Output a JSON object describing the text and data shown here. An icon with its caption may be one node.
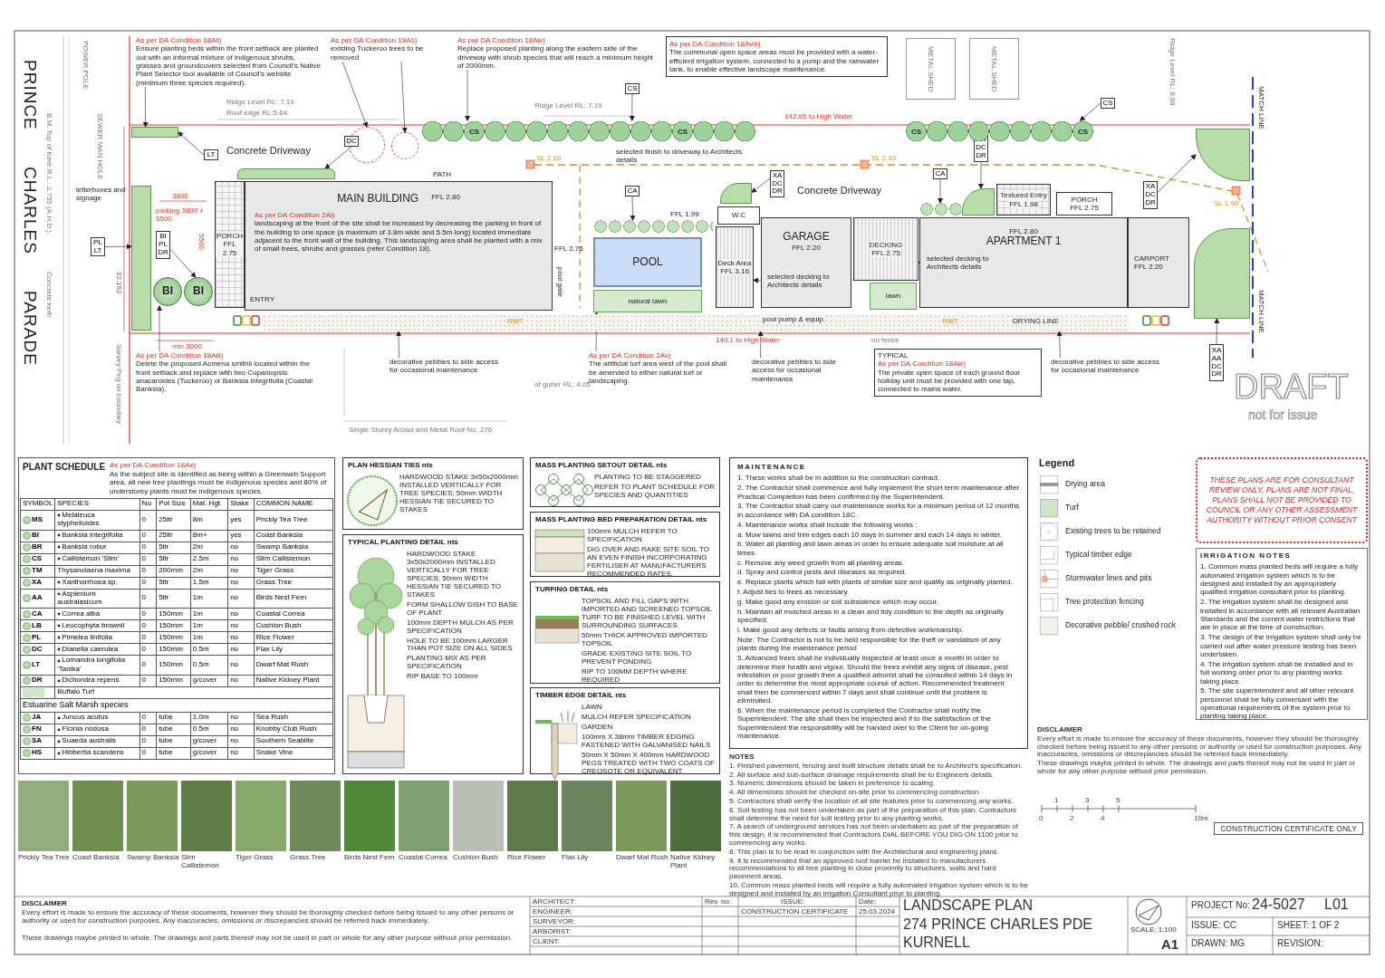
{
  "diagram": {
    "title": "LANDSCAPE PLAN",
    "nodes": [
      {
        "text": [
          "PORCH",
          "FFL 2.75"
        ]
      },
      {
        "text": [
          "MAIN BUILDING",
          "FFL 2.80"
        ]
      },
      {
        "text": [
          "POOL"
        ]
      },
      {
        "text": [
          "W.C"
        ]
      },
      {
        "text": [
          "Deck Area",
          "FFL 3.16"
        ]
      },
      {
        "text": [
          "GARAGE",
          "FFL 2.20"
        ]
      },
      {
        "text": [
          "DECKING",
          "FFL 2.75"
        ]
      },
      {
        "text": [
          "lawn"
        ]
      },
      {
        "text": [
          "FFL 2.80",
          "APARTMENT 1"
        ]
      },
      {
        "text": [
          "Textured Entry",
          "FFL 1.98"
        ]
      },
      {
        "text": [
          "PORCH",
          "FFL 2.75"
        ]
      },
      {
        "text": [
          "CARPORT",
          "FFL 2.20"
        ]
      },
      {
        "text": [
          "METAL SHED"
        ]
      },
      {
        "text": [
          "METAL SHED"
        ]
      },
      {
        "text": [
          "BI"
        ]
      },
      {
        "text": [
          "BI"
        ]
      },
      {
        "text": [
          "natural lawn"
        ]
      },
      {
        "text": [
          "As per DA Condition 18Aii)",
          "Ensure planting beds within the front setback are planted out with an informal mixture of indigenous shrubs, grasses and groundcovers selected from Council's Native Plant Selector tool available of Council's website (minimum three species required)."
        ]
      },
      {
        "text": [
          "As per DA Condition 19A1)",
          "existing Tuckeroo trees to be removed"
        ]
      },
      {
        "text": [
          "As per DA Condition 18Aiv)",
          "Replace proposed planting along the eastern side of the driveway with shrub species that will reach a minimum height of 2000mm."
        ]
      },
      {
        "text": [
          "As per DA Condition 18Aviii)",
          "The communal open space areas must be provided with a water-efficient irrigation system, connected to a pump and the rainwater tank, to enable effective landscape maintenance."
        ]
      },
      {
        "text": [
          "As per DA Condition 2Ai)",
          "landscaping at the front of the site shall be increased by decreasing the parking in front of the building to one space (a maximum of 3.8m wide and 5.5m long) located immediate adjacent to the front wall of the building. This landscaping area shall be planted with a mix of small trees, shrubs and grasses (refer Condition 18)."
        ],
        "in": 1
      },
      {
        "text": [
          "As per DA Condition 18Aiii)",
          "Delete the proposed Acmena smithii located within the front setback and replace with two Cupaniopsis anacaroides (Tuckeroo) or Banksia integrifolia (Coastal Banksia)."
        ]
      },
      {
        "text": [
          "As per DA Condition 2Av)",
          "The artificial turf area west of the pool shall be amended to either natural turf or landscaping."
        ]
      },
      {
        "text": [
          "TYPICAL",
          "As per DA Condition 18Aix)",
          "The private open space of each ground floor holiday unit must be provided with one tap, connected to mains water."
        ]
      },
      {
        "text": [
          "selected finish to driveway to Architects details"
        ]
      },
      {
        "text": [
          "selected decking to Architects details"
        ],
        "in": 5
      },
      {
        "text": [
          "selected decking to Architects details"
        ],
        "in": 8
      },
      {
        "text": [
          "decorative pebbles to side access for occasional maintenance"
        ]
      },
      {
        "text": [
          "decorative pebbles to side access for occasional maintenance"
        ]
      },
      {
        "text": [
          "decorative pebbles to side access for occasional maintenance"
        ]
      },
      {
        "text": [
          "letterboxes and signage"
        ]
      },
      {
        "text": [
          "LT"
        ]
      },
      {
        "text": [
          "DC"
        ]
      },
      {
        "text": [
          "CS"
        ]
      },
      {
        "text": [
          "CS"
        ]
      },
      {
        "text": [
          "CA"
        ]
      },
      {
        "text": [
          "XA DC DR"
        ]
      },
      {
        "text": [
          "CA"
        ]
      },
      {
        "text": [
          "XA DC DR"
        ]
      },
      {
        "text": [
          "XA DC DR"
        ]
      },
      {
        "text": [
          "PL LT"
        ]
      },
      {
        "text": [
          "BI PL DR"
        ]
      },
      {
        "text": [
          "XA AA DC DR"
        ]
      },
      {
        "text": [
          "PLAN HESSIAN TIES nts",
          "HARDWOOD STAKE 3x50x2000mm INSTALLED VERTICALLY FOR TREE SPECIES; 50mm WIDTH HESSIAN TIE SECURED TO STAKES"
        ]
      },
      {
        "text": [
          "MASS PLANTING SETOUT DETAIL nts",
          "PLANTING TO BE STAGGERED",
          "REFER TO PLANT SCHEDULE FOR SPECIES AND QUANTITIES"
        ]
      },
      {
        "text": [
          "TYPICAL PLANTING DETAIL nts",
          "HARDWOOD STAKE 3x50x2000mm INSTALLED VERTICALLY FOR TREE SPECIES; 50mm WIDTH HESSIAN TIE SECURED TO STAKES",
          "FORM SHALLOW DISH TO BASE OF PLANT",
          "100mm DEPTH MULCH AS PER SPECIFICATION",
          "HOLE TO BE 100mm LARGER THAN POT SIZE ON ALL SIDES",
          "PLANTING MIX AS PER SPECIFICATION",
          "RIP BASE TO 100mm"
        ]
      },
      {
        "text": [
          "MASS PLANTING BED PREPARATION DETAIL nts",
          "100mm MULCH REFER TO SPECIFICATION",
          "DIG OVER AND RAKE SITE SOIL TO AN EVEN FINISH INCORPORATING FERTILISER AT MANUFACTURERS RECOMMENDED RATES."
        ]
      },
      {
        "text": [
          "TURFING DETAIL nts",
          "TOPSOIL AND FILL GAPS WITH IMPORTED AND SCREENED TOPSOIL TURF TO BE FINISHED LEVEL WITH SURROUNDING SURFACES",
          "50mm THICK APPROVED IMPORTED TOPSOIL",
          "GRADE EXISTING SITE SOIL TO PREVENT PONDING",
          "RIP TO 100MM DEPTH WHERE REQUIRED"
        ]
      },
      {
        "text": [
          "TIMBER EDGE DETAIL nts",
          "LAWN",
          "MULCH REFER SPECIFICATION",
          "GARDEN",
          "100mm X 38mm TIMBER EDGING FASTENED WITH GALVANISED NAILS",
          "50mm X 50mm X 400mm HARDWOOD PEGS TREATED WITH TWO COATS OF CREOSOTE OR EQUIVALENT"
        ]
      },
      {
        "text": [
          "MAINTENANCE",
          "1. These works shall be in addition to the construction contract.",
          "2. The Contractor shall commence and fully implement the short term maintenance after Practical Completion has been confirmed by the Superintendent.",
          "3. The Contractor shall carry out maintenance works for a minimum period of 12 months in accordance with DA condition 18C.",
          "4. Maintenance works shall include the following works :",
          "a. Mow lawns and trim edges each 10 days in summer and each 14 days in winter.",
          "b. Water all planting and lawn areas in order to ensure adequate soil moisture at all times.",
          "c. Remove any weed growth from all planting areas.",
          "d. Spray and control pests and diseases as required.",
          "e. Replace plants which fail with plants of similar size and quality as originally planted.",
          "f. Adjust ties to trees as necessary.",
          "g. Make good any erosion or soil subsidence which may occur.",
          "h. Maintain all mulched areas in a clean and tidy condition to the depth as originally specified.",
          "i. Make good any defects or faults arising from defective workmanship.",
          "Note: The Contractor is not to be held responsible for the theft or vandalism of any plants during the maintenance period",
          "5. Advanced trees shall be individually inspected at least once a month in order to determine their health and vigour. Should the trees exhibit any signs of disease, pest infestation or poor growth then a qualified arborist shall be consulted within 14 days in order to determine the most appropriate course of action. Recommended treatment shall then be commenced within 7 days and shall continue until the problem is eliminated.",
          "6. When the maintenance period is completed the Contractor shall notify the Superintendent. The site shall then be inspected and if to the satisfaction of the Superintendent the responsibility will be handed over to the Client for on-going maintenance."
        ]
      },
      {
        "text": [
          "IRRIGATION NOTES",
          "1. Common mass planted beds will require a fully automated irrigation system which is to be designed and installed by an appropriately qualified irrigation consultant prior to planting.",
          "2. The irrigation system shall be designed and installed in accordance with all relevant Australian Standards and the current water restrictions that are in place at the time of construction.",
          "3. The design of the irrigation system shall only be carried out after water pressure testing has been undertaken.",
          "4. The irrigation system shall be installed and in full working order prior to any planting works taking place.",
          "5. The site superintendent and all other relevant personnel shall be fully conversant with the operational requirements of the system prior to planting taking place."
        ]
      },
      {
        "text": [
          "PLANT SCHEDULE",
          "As per DA Condition 18Ax)",
          "As the subject site is identified as being within a Greenweb Support area, all new tree plantings must be indigenous species and 80% of understorey plants must be indigenous species."
        ]
      },
      {
        "text": [
          "THESE PLANS ARE FOR CONSULTANT REVIEW ONLY, PLANS ARE NOT FINAL, PLANS SHALL NOT BE PROVIDED TO COUNCIL OR ANY OTHER ASSESSMENT AUTHORITY WITHOUT PRIOR CONSENT"
        ]
      },
      {
        "text": [
          "CONSTRUCTION CERTIFICATE ONLY"
        ]
      },
      {
        "text": [],
        "shape": "circle"
      },
      {
        "text": [],
        "shape": "circle"
      },
      {
        "text": [],
        "shape": "bar"
      },
      {
        "text": [],
        "shape": "bar"
      },
      {
        "text": [],
        "shape": "bar"
      },
      {
        "text": [],
        "shape": "box"
      },
      {
        "text": [],
        "shape": "box"
      },
      {
        "text": [],
        "shape": "box"
      },
      {
        "text": [],
        "shape": "box"
      },
      {
        "text": [],
        "shape": "box"
      },
      {
        "text": [],
        "shape": "box"
      },
      {
        "text": [],
        "shape": "box"
      },
      {
        "text": [],
        "shape": "bar"
      },
      {
        "text": [],
        "shape": "bar"
      }
    ],
    "edges": [
      {
        "from": 17,
        "to": 60,
        "arrow": "to"
      },
      {
        "from": 18,
        "to": 55,
        "arrow": "to"
      },
      {
        "from": 18,
        "to": 56,
        "arrow": "to"
      },
      {
        "from": 19,
        "to": 58,
        "arrow": "to"
      },
      {
        "from": 22,
        "to": 14,
        "arrow": "to"
      },
      {
        "from": 23,
        "to": 16,
        "arrow": "to"
      },
      {
        "from": 26,
        "to": 4,
        "arrow": "to"
      },
      {
        "from": 27,
        "to": 6,
        "arrow": "to"
      },
      {
        "from": 28,
        "to": 57,
        "arrow": "to"
      },
      {
        "from": 29,
        "to": 57,
        "arrow": "to"
      },
      {
        "from": 30,
        "to": 57,
        "arrow": "to"
      },
      {
        "from": 32,
        "to": 60,
        "arrow": "to"
      },
      {
        "from": 33,
        "to": 62,
        "arrow": "to"
      },
      {
        "from": 34,
        "to": 58,
        "arrow": "to"
      },
      {
        "from": 35,
        "to": 59,
        "arrow": "to"
      },
      {
        "from": 36,
        "to": 67,
        "arrow": "to"
      },
      {
        "from": 37,
        "to": 65,
        "arrow": "to"
      },
      {
        "from": 38,
        "to": 68,
        "arrow": "to"
      },
      {
        "from": 39,
        "to": 66,
        "arrow": "to"
      },
      {
        "from": 40,
        "to": 64,
        "arrow": "to"
      },
      {
        "from": 41,
        "to": 61,
        "arrow": "to"
      },
      {
        "from": 42,
        "to": 15,
        "arrow": "to"
      },
      {
        "from": 43,
        "to": 63,
        "arrow": "to"
      }
    ],
    "labels": [
      "PRINCE CHARLES PARADE",
      "Concrete Driveway",
      "Concrete Driveway",
      "PATH",
      "ENTRY",
      "FFL 2.75",
      "FFL 1.99",
      "pool gate",
      "RWT",
      "pool pump & equip.",
      "RWT",
      "DRYING LINE",
      "142.95 to High Water",
      "140.1 to High Water",
      "12.192",
      "3800",
      "5500",
      "parking 3800 x 5500",
      "min 3000",
      "MATCH LINE",
      "MATCH LINE",
      "no fence",
      "SL 2.10",
      "SL 2.10",
      "SL 1.90",
      "POWER POLE",
      "SEWER MAN HOLE",
      "B.M. Top of Kerb R.L.: 2.755 (A.H.D.)",
      "Concrete kerb",
      "Survey Peg on boundary",
      "Ridge Level RL: 7.19",
      "Ridge Level RL: 7.19",
      "Roof edge RL:5.64",
      "Ridge Level RL: 8.68",
      "of gutter RL: 4.05",
      "Single Storey A/clad and Metal Roof No. 276",
      "CS",
      "CS",
      "CS",
      "CS",
      "Legend",
      "SYMBOL",
      "SPECIES",
      "No.",
      "Pot Size",
      "Mat. Hgt.",
      "Stake",
      "COMMON NAME",
      "MS",
      "Melaleuca styphelioides",
      "0",
      "25ltr",
      "8m",
      "yes",
      "Prickly Tea Tree",
      "BI",
      "Banksia integrifolia",
      "0",
      "25ltr",
      "8m+",
      "yes",
      "Coast Banksia",
      "BR",
      "Banksia robur",
      "0",
      "5ltr",
      "2m",
      "no",
      "Swamp Banksia",
      "CS",
      "Callistemon 'Slim'",
      "0",
      "5ltr",
      "2.5m",
      "no",
      "Slim Callistemon",
      "TM",
      "Thysanolaena maxima",
      "0",
      "200mm",
      "2m",
      "no",
      "Tiger Grass",
      "XA",
      "Xanthorrhoea sp.",
      "0",
      "5ltr",
      "1.5m",
      "no",
      "Grass Tree",
      "AA",
      "Asplenium australasicum",
      "0",
      "5ltr",
      "1m",
      "no",
      "Birds Nest Fern",
      "CA",
      "Correa alba",
      "0",
      "150mm",
      "1m",
      "no",
      "Coastal Correa",
      "LB",
      "Leucophyta brownii",
      "0",
      "150mm",
      "1m",
      "no",
      "Cushion Bush",
      "PL",
      "Pimelea linifolia",
      "0",
      "150mm",
      "1m",
      "no",
      "Rice Flower",
      "DC",
      "Dianella caerulea",
      "0",
      "150mm",
      "0.5m",
      "no",
      "Flax Lily",
      "LT",
      "Lomandra longifolia 'Tanika'",
      "0",
      "150mm",
      "0.5m",
      "no",
      "Dwarf Mat Rush",
      "DR",
      "Dichondra repens",
      "0",
      "150mm",
      "g/cover",
      "no",
      "Native Kidney Plant",
      "Buffalo Turf",
      "Estuarine Salt Marsh species",
      "JA",
      "Juncus acutus",
      "0",
      "tube",
      "1.0m",
      "no",
      "Sea Rush",
      "FN",
      "Ficinia nodosa",
      "0",
      "tube",
      "0.5m",
      "no",
      "Knobby Club Rush",
      "SA",
      "Suaeda australis",
      "0",
      "tube",
      "g/cover",
      "no",
      "Southern Seablite",
      "HS",
      "Hibbertia scandens",
      "0",
      "tube",
      "g/cover",
      "no",
      "Snake Vine",
      "Prickly Tea Tree",
      "Coast Banksia",
      "Swamp Banksia",
      "Slim Callistemon",
      "Tiger Grass",
      "Grass Tree",
      "Birds Nest Fern",
      "Coastal Correa",
      "Cushion Bush",
      "Rice Flower",
      "Flax Lily",
      "Dwarf Mat Rush",
      "Native Kidney Plant",
      "DISCLAIMER",
      "Every effort is made to ensure the accuracy of these documents, however they should be thoroughly checked before being issued to any other persons or authority or used for construction purposes. Any inaccuracies, omissions or discrepancies should be referred back immediately.",
      "These drawings maybe printed in whole. The drawings and parts thereof may not be used in part or whole for any other purpose without prior permission.",
      "NOTES",
      "1. Finished pavement, fencing and built structure details shall be to Architect's specification.",
      "2. All surface and sub-surface drainage requirements shall be to Engineers details.",
      "3. Numeric dimensions should be taken in preference to scaling.",
      "4. All dimensions should be checked on-site prior to commencing construction.",
      "5. Contractors shall verify the location of all site features prior to commencing any works.",
      "6. Soil testing has not been undertaken as part of the preparation of this plan. Contractors shall determine the need for soil testing prior to any planting works.",
      "7. A search of underground services has not been undertaken as part of the preparation of this design, it is recommended that Contractors DIAL BEFORE YOU DIG ON 1100 prior to commencing any works.",
      "8. This plan is to be read in conjunction with the Architectural and engineering plans.",
      "9. It is recommended that an approved root barrier be installed to manufacturers recommendations to all tree planting in close proximity to structures, walls and hard pavement areas.",
      "10. Common mass planted beds will require a fully automated irrigation system which is to be designed and installed by an irrigation Consultant prior to planting.",
      "DISCLAIMER",
      "Every effort is made to ensure the accuracy of these documents, however they should be thoroughly checked before being issued to any other persons or authority or used for construction purposes. Any inaccuracies, omissions or discrepancies should be referred back immediately.",
      "These drawings maybe printed in whole. The drawings and parts thereof may not be used in part or whole for any other purpose without prior permission.",
      "ARCHITECT:",
      "ENGINEER:",
      "SURVEYOR:",
      "ARBORIST:",
      "CLIENT:",
      "Rev. no.",
      "ISSUE:",
      "CONSTRUCTION CERTIFICATE",
      "Date:",
      "25.03.2024",
      "274 PRINCE CHARLES PDE",
      "KURNELL",
      "SCALE: 1:100",
      "A1",
      "PROJECT No:",
      "24-5027",
      "L01",
      "ISSUE: CC",
      "SHEET: 1 OF 2",
      "DRAWN: MG",
      "REVISION:",
      "1",
      "3",
      "5",
      "0",
      "2",
      "4",
      "10m",
      "DRAFT",
      "not for issue"
    ],
    "legend": [
      {
        "text": "Drying area"
      },
      {
        "text": "Turf",
        "color": "#cfe6c8"
      },
      {
        "text": "Existing trees to be retained"
      },
      {
        "text": "Typical timber edge"
      },
      {
        "text": "Stormwater lines and pits"
      },
      {
        "text": "Tree protection fencing"
      },
      {
        "text": "Decorative pebble/ crushed rock"
      }
    ]
  }
}
